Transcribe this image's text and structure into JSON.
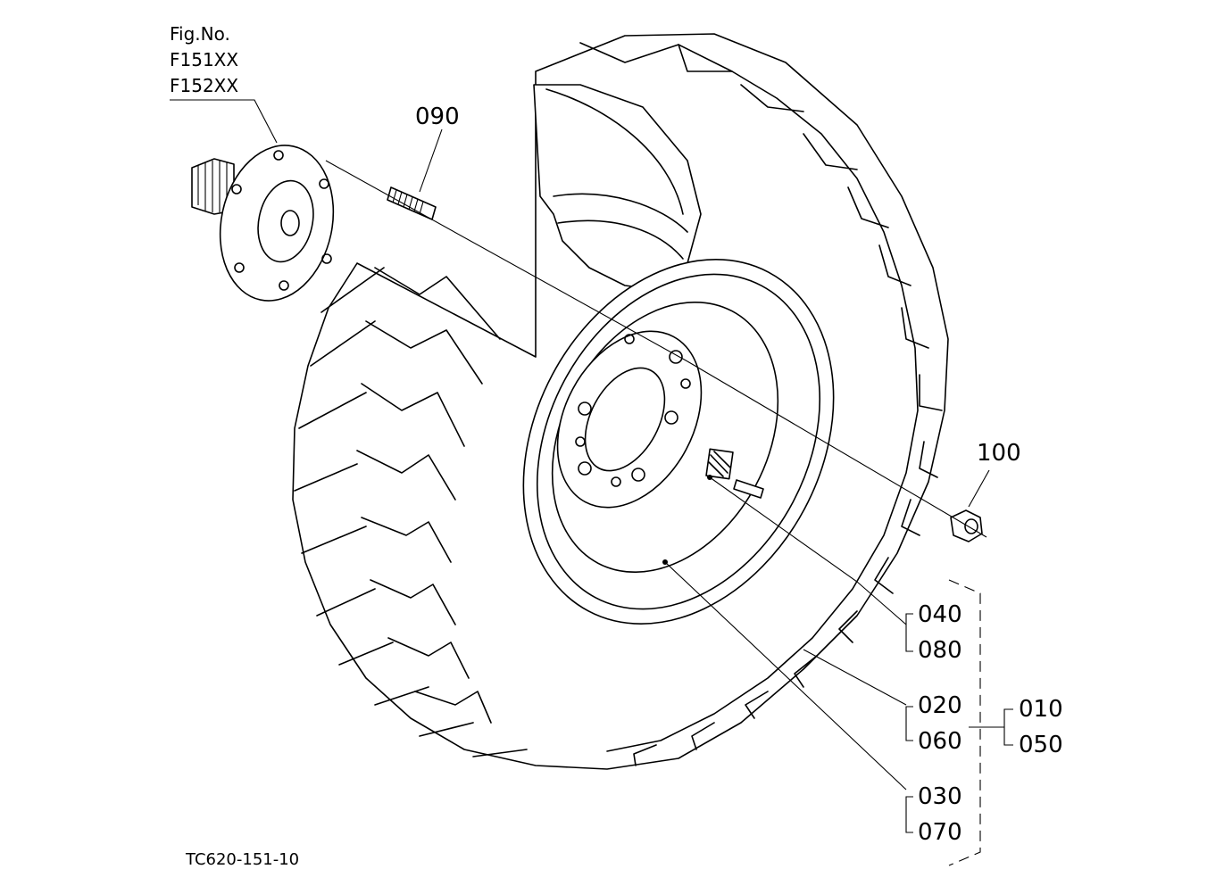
{
  "figure_ref": {
    "heading": "Fig.No.",
    "figures": [
      "F151XX",
      "F152XX"
    ]
  },
  "parts": {
    "p090": "090",
    "p100": "100",
    "p040": "040",
    "p080": "080",
    "p020": "020",
    "p060": "060",
    "p030": "030",
    "p070": "070",
    "p010": "010",
    "p050": "050"
  },
  "drawing_code": "TC620-151-10"
}
